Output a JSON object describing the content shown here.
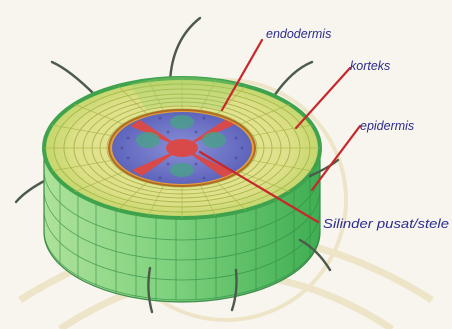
{
  "labels": {
    "endodermis": "endodermis",
    "korteks": "korteks",
    "epidermis": "epidermis",
    "stele": "Silinder pusat/stele"
  },
  "colors": {
    "background": "#f7f5ee",
    "watermark": "#eee5c8",
    "cortex_top": "#ece99a",
    "cortex_cells": "#c9d35a",
    "epidermis_green": "#4ebf57",
    "side_light": "#bfe7a8",
    "side_dark": "#5cc46a",
    "stele_blue": "#6f74c9",
    "stele_red": "#d84a4a",
    "pointer_red": "#c8272c",
    "root_hair": "#4c5a4a",
    "label_text": "#2b2c8f"
  },
  "icons": [
    "root-hair-icon"
  ]
}
